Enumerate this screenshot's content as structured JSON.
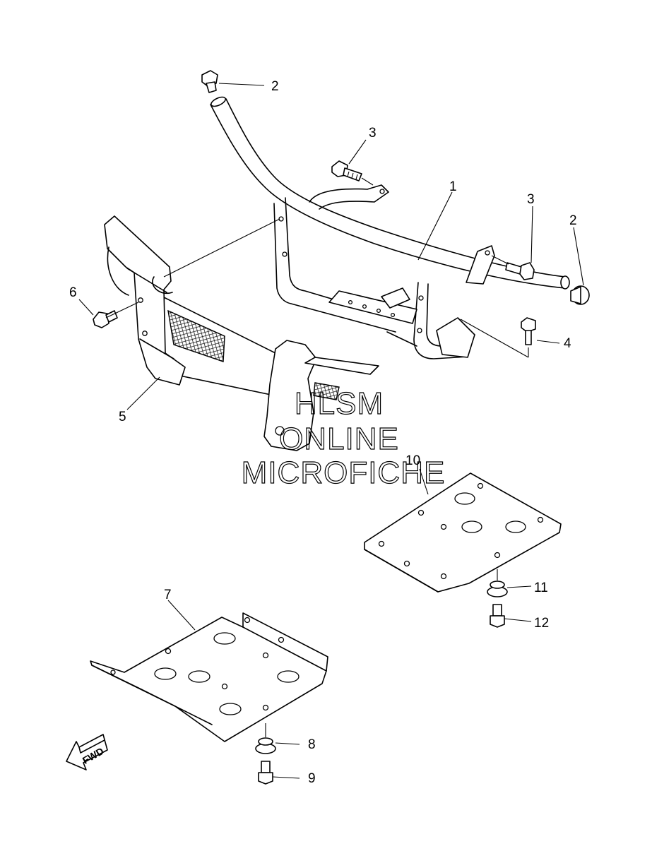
{
  "callouts": {
    "c1": "1",
    "c2a": "2",
    "c2b": "2",
    "c3a": "3",
    "c3b": "3",
    "c4": "4",
    "c5": "5",
    "c6": "6",
    "c7": "7",
    "c8": "8",
    "c9": "9",
    "c10": "10",
    "c11": "11",
    "c12": "12"
  },
  "watermark": {
    "line1": "HLSM",
    "line2": "ONLINE",
    "line3": "MICROFICHE"
  },
  "direction_arrow": "FWD"
}
